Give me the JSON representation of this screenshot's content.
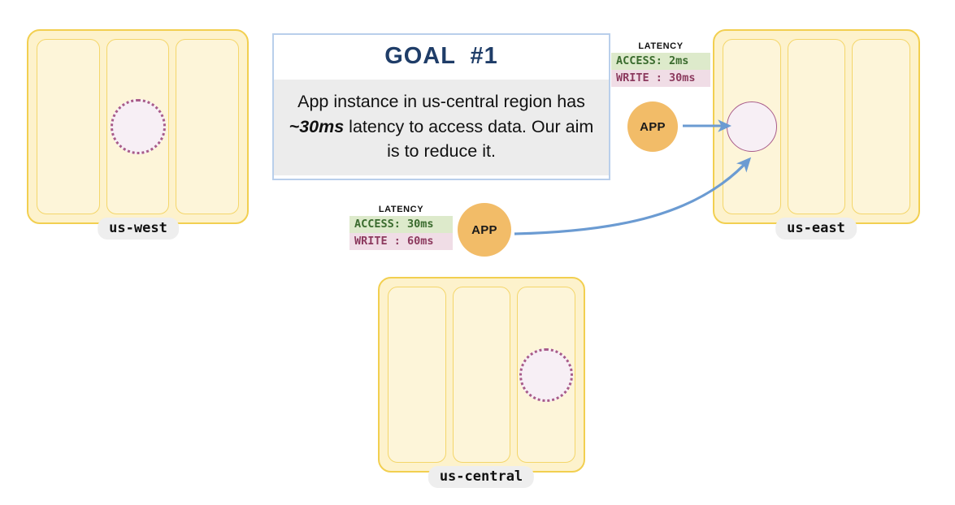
{
  "diagram": {
    "title": "Multi-region data access latency diagram",
    "accent_colors": {
      "region_fill": "#fdf2cc",
      "region_border": "#f2cf50",
      "zone_fill": "#fdf5d9",
      "zone_border": "#f4d66a",
      "data_circle_fill": "#f7eff5",
      "data_circle_border": "#a85b8a",
      "app_fill": "#f2bc68",
      "arrow": "#6b9bd2",
      "goal_border": "#b9cfeb",
      "goal_title": "#1f3d68",
      "goal_body_bg": "#ececec",
      "access_bg": "#ddeacb",
      "access_text": "#3a6b2e",
      "write_bg": "#f0dde6",
      "write_text": "#8c3a5e"
    }
  },
  "regions": [
    {
      "id": "us-west",
      "label": "us-west",
      "zones": 3,
      "data_replica": {
        "present": true,
        "zone_index": 1,
        "style": "dotted"
      }
    },
    {
      "id": "us-east",
      "label": "us-east",
      "zones": 3,
      "data_replica": {
        "present": true,
        "zone_index": 0,
        "style": "solid"
      }
    },
    {
      "id": "us-central",
      "label": "us-central",
      "zones": 3,
      "data_replica": {
        "present": true,
        "zone_index": 2,
        "style": "dotted"
      }
    }
  ],
  "apps": [
    {
      "id": "app-east",
      "label": "APP",
      "region": "us-east"
    },
    {
      "id": "app-central",
      "label": "APP",
      "region": "us-central"
    }
  ],
  "latency_panels": [
    {
      "id": "latency-us-east",
      "title": "LATENCY",
      "rows": [
        {
          "kind": "access",
          "label": "ACCESS: 2ms",
          "metric": "ACCESS",
          "value": "2ms"
        },
        {
          "kind": "write",
          "label": "WRITE : 30ms",
          "metric": "WRITE",
          "value": "30ms"
        }
      ]
    },
    {
      "id": "latency-us-central",
      "title": "LATENCY",
      "rows": [
        {
          "kind": "access",
          "label": "ACCESS: 30ms",
          "metric": "ACCESS",
          "value": "30ms"
        },
        {
          "kind": "write",
          "label": "WRITE : 60ms",
          "metric": "WRITE",
          "value": "60ms"
        }
      ]
    }
  ],
  "goal": {
    "title": "GOAL  #1",
    "body_part1": "App instance in us-central region has ",
    "body_emphasis": "~30ms",
    "body_part2": " latency to access data. Our aim is to reduce it."
  },
  "connections": [
    {
      "id": "app-east-to-data",
      "from": "app-east",
      "to": "us-east-replica",
      "style": "straight"
    },
    {
      "id": "app-central-to-data",
      "from": "app-central",
      "to": "us-east-replica",
      "style": "curved"
    }
  ]
}
